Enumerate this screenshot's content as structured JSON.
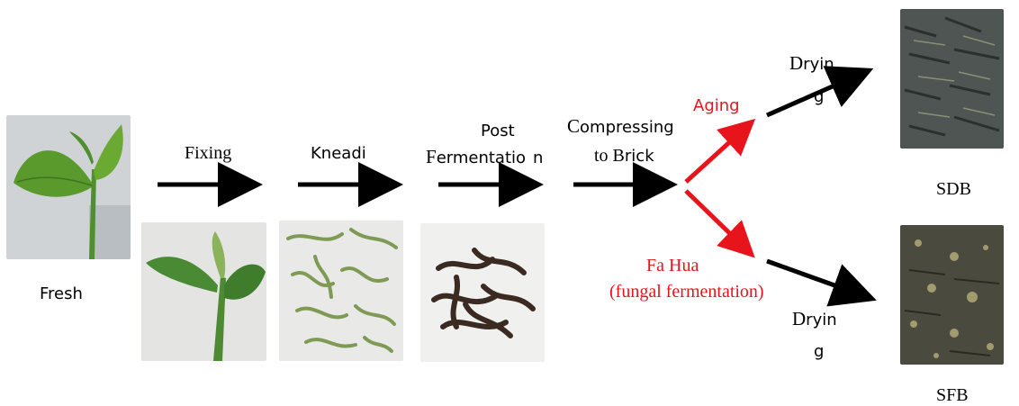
{
  "stages": {
    "fresh": "Fresh",
    "fixing": "Fixing",
    "kneading": "Kneadi",
    "post_fermentation_line1": "Post",
    "post_fermentation_line2_a": "F",
    "post_fermentation_line2_b": "ermentatio",
    "post_fermentation_line2_c": "n",
    "compress_line1_a": "C",
    "compress_line1_b": "ompressing",
    "compress_line2_a": "to B",
    "compress_line2_b": "rick",
    "aging": "Aging",
    "fa_hua_line1": "Fa Hua",
    "fa_hua_line2": "(fungal fermentation)",
    "drying_top_a": "D",
    "drying_top_b": "ryin",
    "drying_top_c": "g",
    "drying_bottom_a": "D",
    "drying_bottom_b": "ryin",
    "drying_bottom_c": "g"
  },
  "products": {
    "sdb": "SDB",
    "sfb": "SFB"
  },
  "colors": {
    "main_arrow": "#000000",
    "branch_arrow": "#e8141b",
    "label_red": "#e8141b"
  }
}
